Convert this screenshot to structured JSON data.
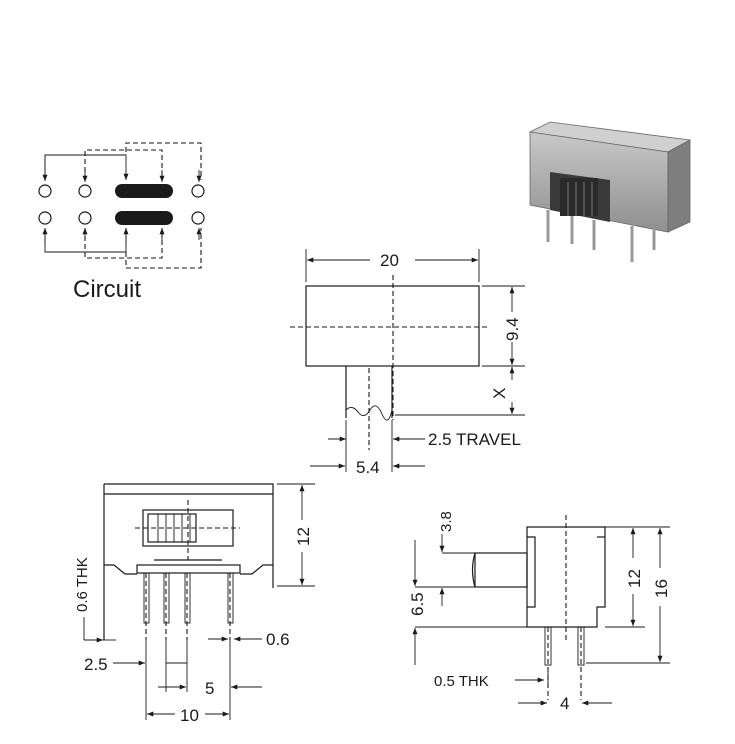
{
  "circuit": {
    "title": "Circuit"
  },
  "top_view": {
    "width_label": "20",
    "height_label": "9.4",
    "x_label": "X",
    "travel_label": "2.5 TRAVEL",
    "actuator_label": "5.4"
  },
  "front_view": {
    "height_label": "12",
    "thk_label": "0.6 THK",
    "pitch_small_label": "2.5",
    "pin_label": "0.6",
    "pitch_label": "5",
    "span_label": "10"
  },
  "side_view": {
    "actuator_top_label": "3.8",
    "actuator_height_label": "6.5",
    "body_label": "12",
    "total_label": "16",
    "pin_thk_label": "0.5 THK",
    "pitch_label": "4"
  },
  "colors": {
    "ink": "#1a1a1a",
    "photo_body": "#a8a8a8",
    "photo_dark": "#3a3a3a"
  }
}
